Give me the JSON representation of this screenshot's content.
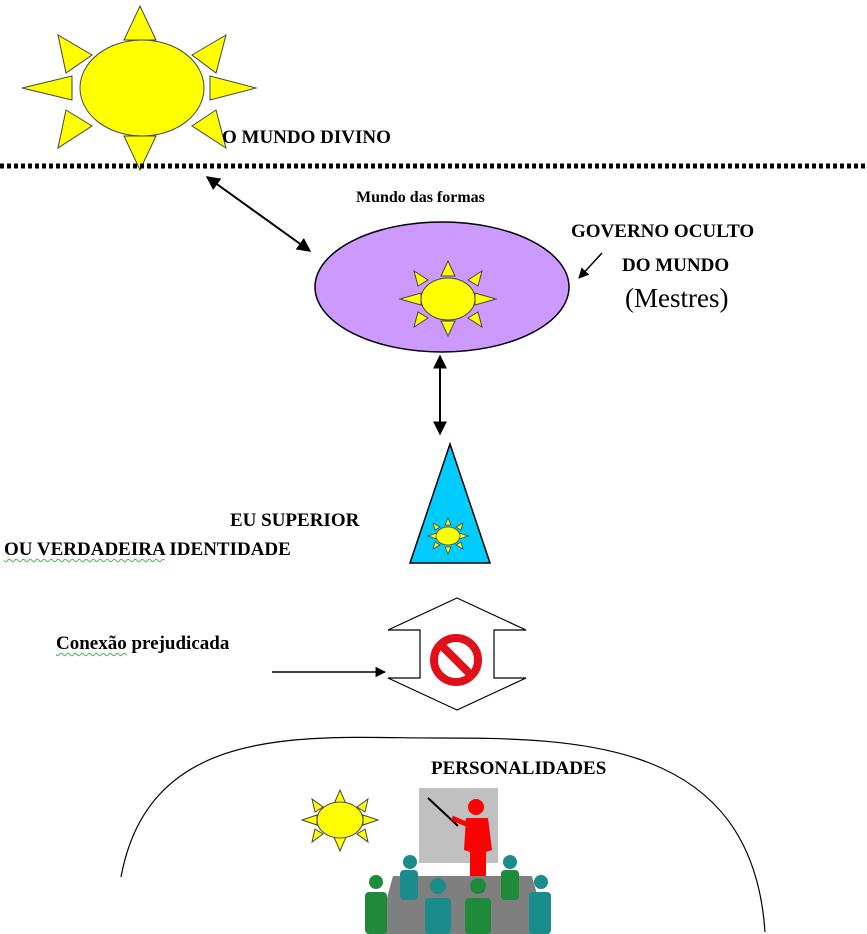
{
  "labels": {
    "divine_world": "O MUNDO DIVINO",
    "world_of_forms": "Mundo das formas",
    "hidden_government_line1": "GOVERNO OCULTO",
    "hidden_government_line2": "DO MUNDO",
    "masters": "(Mestres)",
    "higher_self_line1": "EU SUPERIOR",
    "higher_self_line2_a": "OU VERDADEIRA",
    "higher_self_line2_b": "IDENTIDADE",
    "connection_a": "Conexão",
    "connection_b": "prejudicada",
    "personalities": "PERSONALIDADES"
  },
  "colors": {
    "sun_fill": "#ffff00",
    "sun_outline": "#444444",
    "forms_ellipse": "#cc99ff",
    "higher_self_triangle": "#00ccff",
    "prohibit_red": "#e0101a",
    "teacher_red": "#ff0000",
    "board_gray": "#c0c0c0",
    "table_gray": "#7f7f7f",
    "student_green": "#1e8a3a",
    "student_teal": "#1a8c8c"
  },
  "icons": [
    "sun-icon",
    "no-entry-icon",
    "classroom-icon"
  ]
}
